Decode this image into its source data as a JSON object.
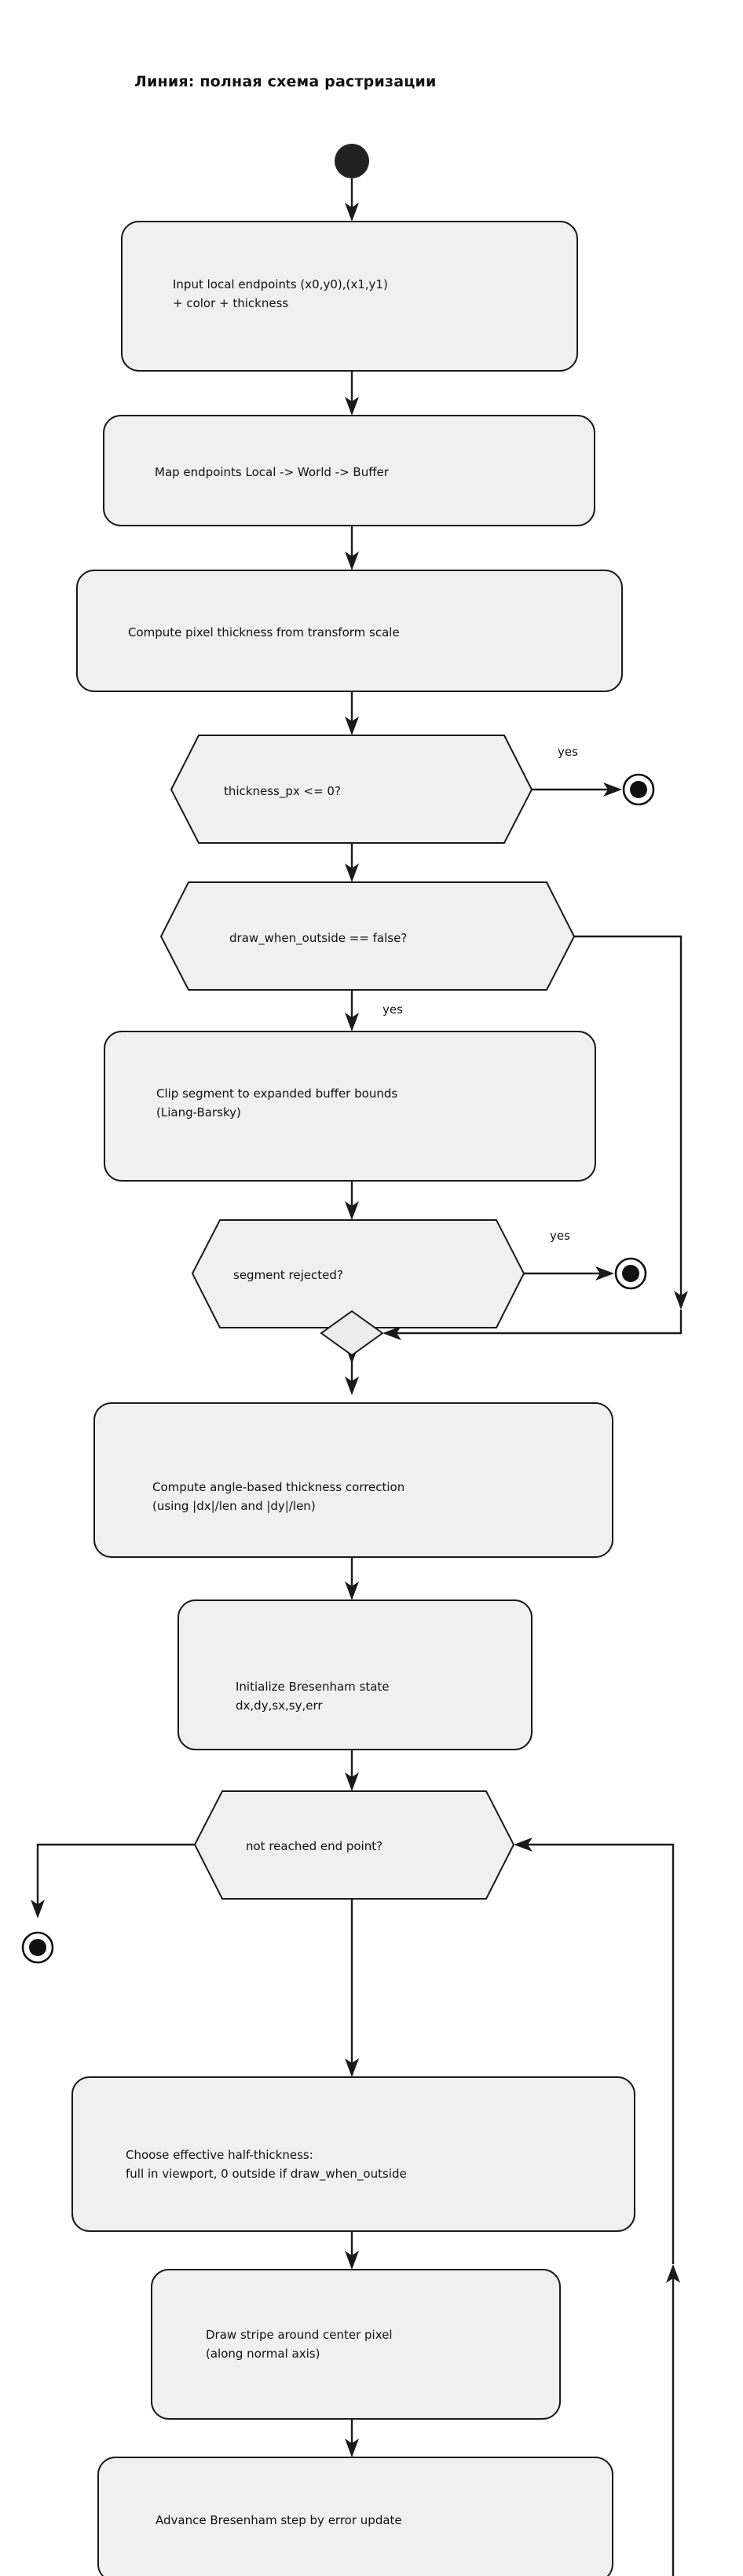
{
  "title": "Линия: полная схема растризации",
  "diagram": {
    "type": "activity-flowchart",
    "background_color": "#ffffff",
    "node_fill": "#f0f0f0",
    "node_stroke": "#1a1a1a",
    "text_color": "#111111",
    "start_node": {
      "kind": "start",
      "name": "start"
    },
    "nodes": [
      {
        "id": "n1",
        "kind": "action",
        "lines": [
          "Input local endpoints (x0,y0),(x1,y1)",
          "+ color + thickness"
        ]
      },
      {
        "id": "n2",
        "kind": "action",
        "lines": [
          "Map endpoints Local -> World -> Buffer"
        ]
      },
      {
        "id": "n3",
        "kind": "action",
        "lines": [
          "Compute pixel thickness from transform scale"
        ]
      },
      {
        "id": "d1",
        "kind": "decision",
        "lines": [
          "thickness_px <= 0?"
        ]
      },
      {
        "id": "e1",
        "kind": "end"
      },
      {
        "id": "d2",
        "kind": "decision",
        "lines": [
          "draw_when_outside == false?"
        ]
      },
      {
        "id": "n4",
        "kind": "action",
        "lines": [
          "Clip segment to expanded buffer bounds",
          "(Liang-Barsky)"
        ]
      },
      {
        "id": "d3",
        "kind": "decision",
        "lines": [
          "segment rejected?"
        ]
      },
      {
        "id": "e2",
        "kind": "end"
      },
      {
        "id": "m1",
        "kind": "merge"
      },
      {
        "id": "n5",
        "kind": "action",
        "lines": [
          "Compute angle-based thickness correction",
          "(using |dx|/len and |dy|/len)"
        ]
      },
      {
        "id": "n6",
        "kind": "action",
        "lines": [
          "Initialize Bresenham state",
          "dx,dy,sx,sy,err"
        ]
      },
      {
        "id": "d4",
        "kind": "decision",
        "lines": [
          "not reached end point?"
        ]
      },
      {
        "id": "e3",
        "kind": "end"
      },
      {
        "id": "n7",
        "kind": "action",
        "lines": [
          "Choose effective half-thickness:",
          "full in viewport, 0 outside if draw_when_outside"
        ]
      },
      {
        "id": "n8",
        "kind": "action",
        "lines": [
          "Draw stripe around center pixel",
          "(along normal axis)"
        ]
      },
      {
        "id": "n9",
        "kind": "action",
        "lines": [
          "Advance Bresenham step by error update"
        ]
      }
    ],
    "edge_labels": {
      "d1_yes": "yes",
      "d2_yes": "yes",
      "d3_yes": "yes"
    }
  }
}
